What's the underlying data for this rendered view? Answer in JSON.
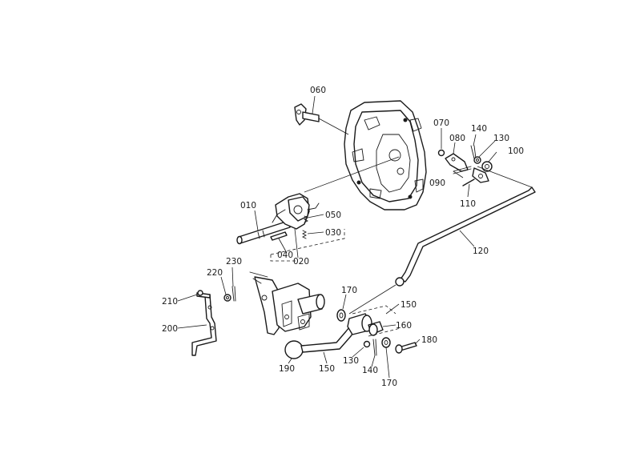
{
  "callouts": [
    {
      "id": "c060",
      "text": "060"
    },
    {
      "id": "c070",
      "text": "070"
    },
    {
      "id": "c080",
      "text": "080"
    },
    {
      "id": "c140a",
      "text": "140"
    },
    {
      "id": "c130a",
      "text": "130"
    },
    {
      "id": "c100",
      "text": "100"
    },
    {
      "id": "c090",
      "text": "090"
    },
    {
      "id": "c110",
      "text": "110"
    },
    {
      "id": "c010",
      "text": "010"
    },
    {
      "id": "c050",
      "text": "050"
    },
    {
      "id": "c030",
      "text": "030"
    },
    {
      "id": "c040",
      "text": "040"
    },
    {
      "id": "c020",
      "text": "020"
    },
    {
      "id": "c120",
      "text": "120"
    },
    {
      "id": "c230",
      "text": "230"
    },
    {
      "id": "c220",
      "text": "220"
    },
    {
      "id": "c210",
      "text": "210"
    },
    {
      "id": "c200",
      "text": "200"
    },
    {
      "id": "c170a",
      "text": "170"
    },
    {
      "id": "c150a",
      "text": "150"
    },
    {
      "id": "c160",
      "text": "160"
    },
    {
      "id": "c180",
      "text": "180"
    },
    {
      "id": "c190",
      "text": "190"
    },
    {
      "id": "c150b",
      "text": "150"
    },
    {
      "id": "c130b",
      "text": "130"
    },
    {
      "id": "c140b",
      "text": "140"
    },
    {
      "id": "c170b",
      "text": "170"
    }
  ]
}
